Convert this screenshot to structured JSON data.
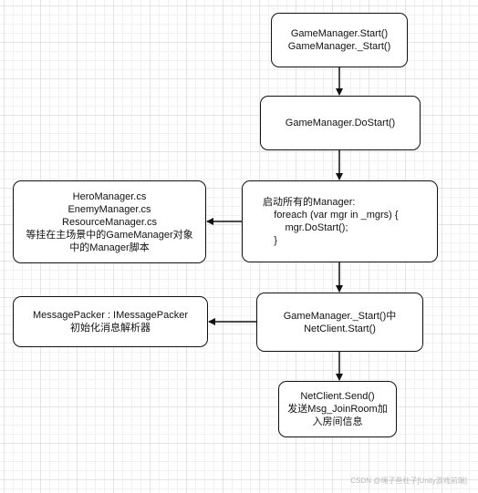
{
  "nodes": {
    "start": {
      "lines": [
        "GameManager.Start()",
        "GameManager._Start()"
      ]
    },
    "do_start": {
      "lines": [
        "GameManager.DoStart()"
      ]
    },
    "start_managers": {
      "lines": [
        "启动所有的Manager:",
        "    foreach (var mgr in _mgrs) {",
        "        mgr.DoStart();",
        "    }"
      ]
    },
    "managers": {
      "lines": [
        "HeroManager.cs",
        "EnemyManager.cs",
        "ResourceManager.cs",
        "等挂在主场景中的GameManager对象",
        "中的Manager脚本"
      ]
    },
    "netclient_start": {
      "lines": [
        "GameManager._Start()中",
        "NetClient.Start()"
      ]
    },
    "message_packer": {
      "lines": [
        "MessagePacker : IMessagePacker",
        "初始化消息解析器"
      ]
    },
    "send": {
      "lines": [
        "NetClient.Send()",
        "发送Msg_JoinRoom加",
        "入房间信息"
      ]
    }
  },
  "watermark": "CSDN @绳子叁柱子[Unity游戏前端]"
}
